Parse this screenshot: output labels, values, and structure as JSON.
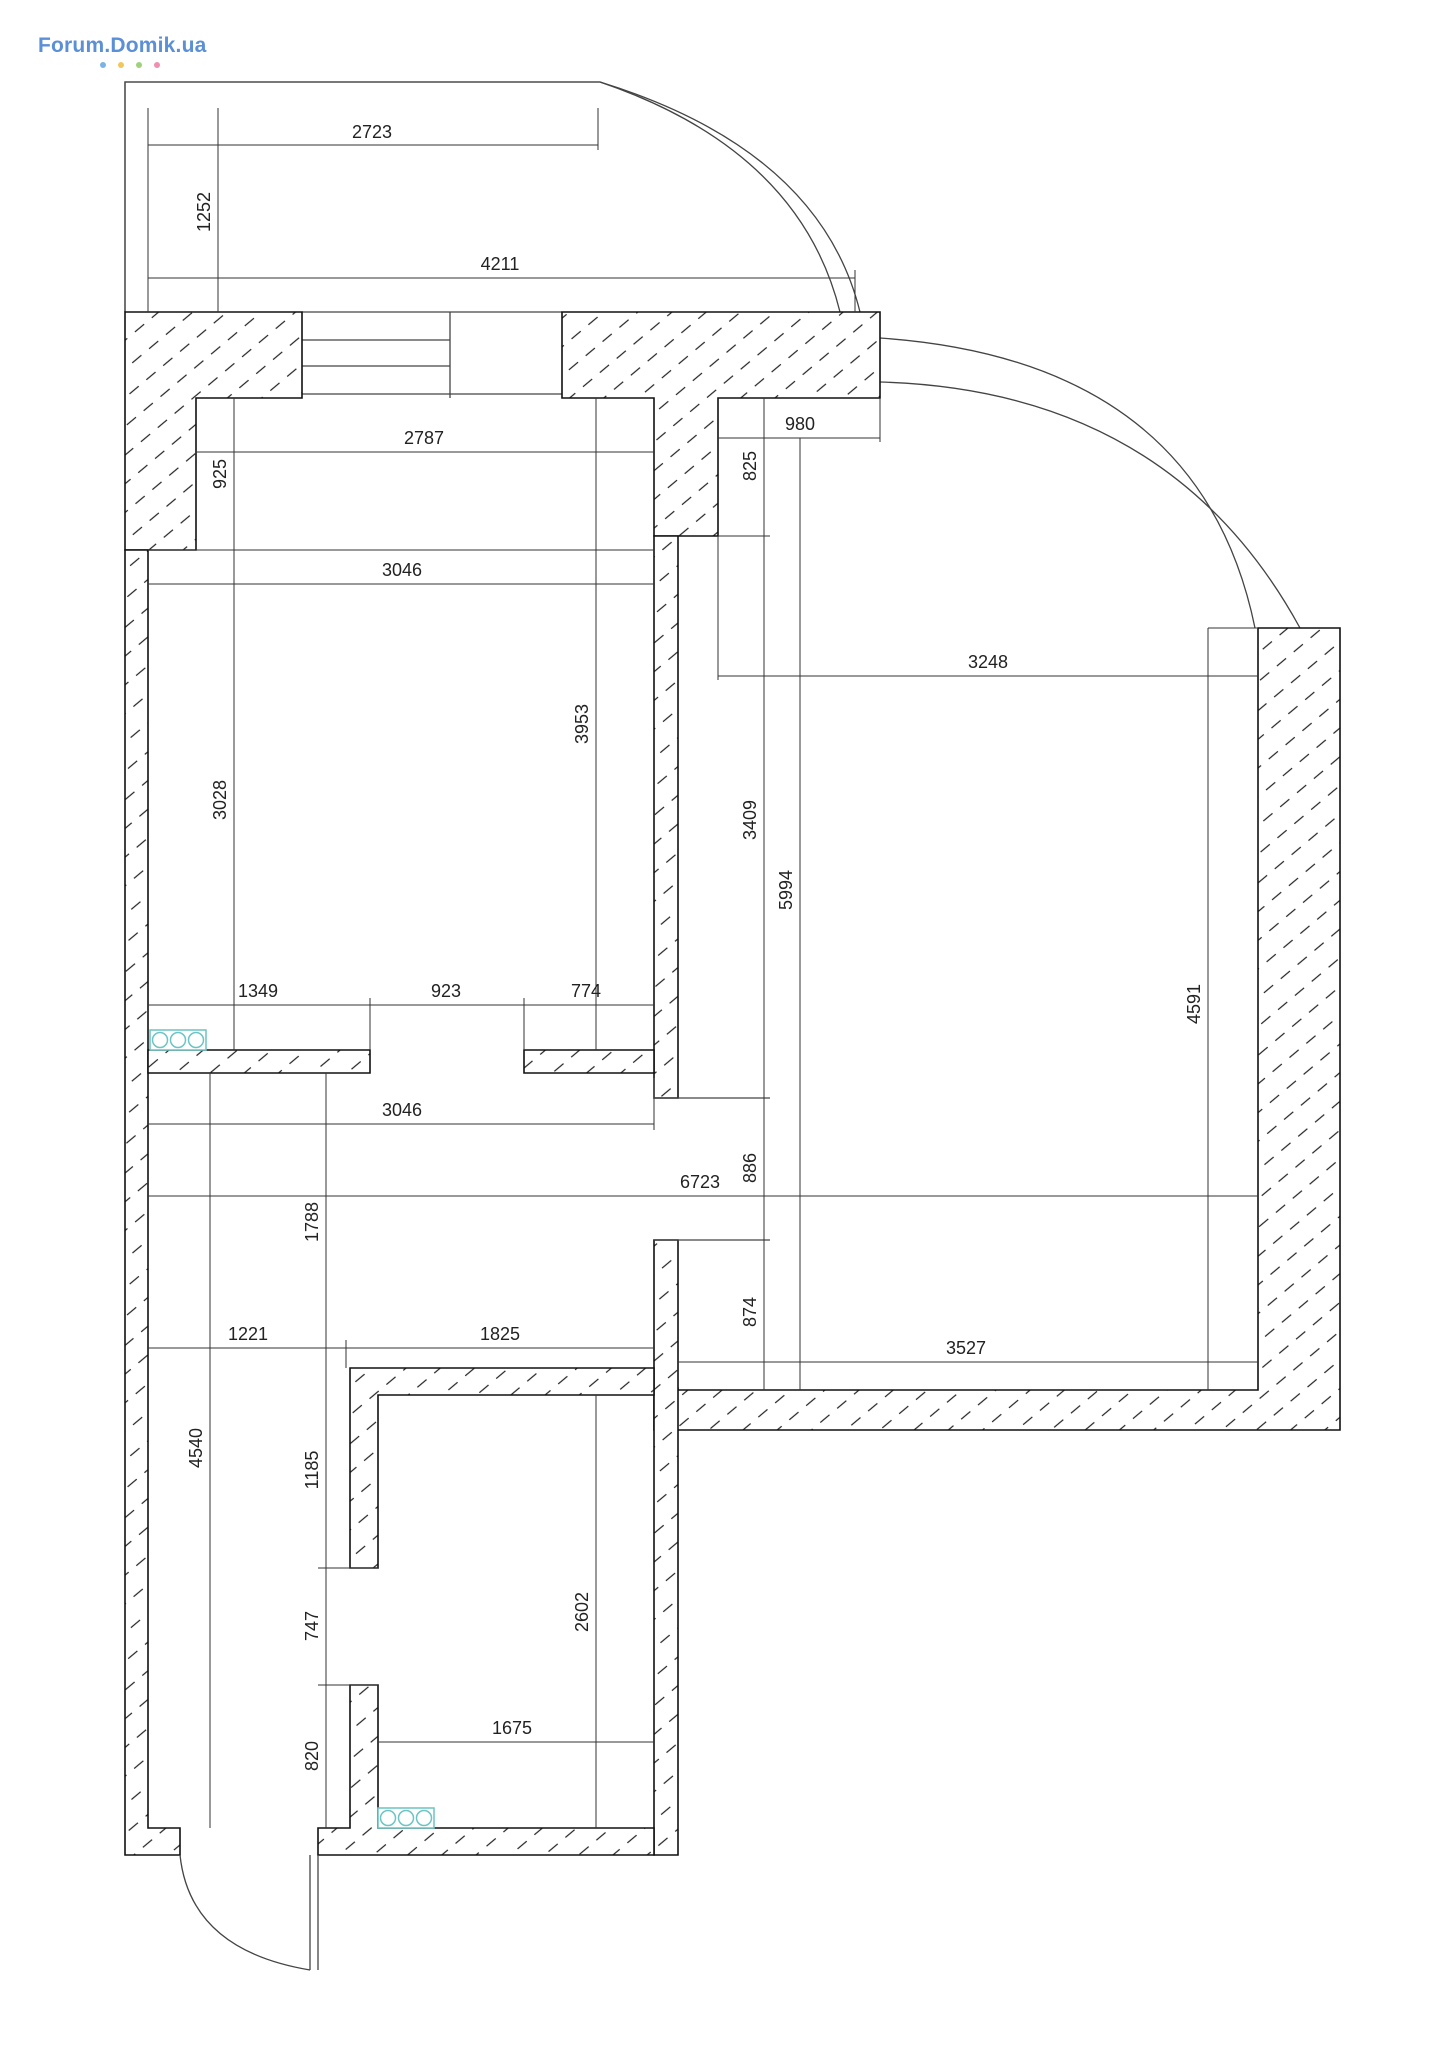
{
  "logo": {
    "text": "Forum.Domik.ua",
    "color": "#5b8fd6",
    "dot_colors": [
      "#7bb3e6",
      "#f2c65a",
      "#9fd27a",
      "#f08fb0"
    ]
  },
  "colors": {
    "wall_stroke": "#111111",
    "hatch": "#222222",
    "radiator": "#6cc4c4",
    "background": "#ffffff"
  },
  "dimensions": {
    "d2723": "2723",
    "d1252": "1252",
    "d4211": "4211",
    "d2787": "2787",
    "d925": "925",
    "d980": "980",
    "d825": "825",
    "d3046_top": "3046",
    "d3953": "3953",
    "d3028": "3028",
    "d3248": "3248",
    "d3409": "3409",
    "d5994": "5994",
    "d4591": "4591",
    "d1349": "1349",
    "d923": "923",
    "d774": "774",
    "d3046_mid": "3046",
    "d886": "886",
    "d6723": "6723",
    "d1788": "1788",
    "d874": "874",
    "d1221": "1221",
    "d1825": "1825",
    "d3527": "3527",
    "d4540": "4540",
    "d1185": "1185",
    "d2602": "2602",
    "d747": "747",
    "d820": "820",
    "d1675": "1675"
  }
}
